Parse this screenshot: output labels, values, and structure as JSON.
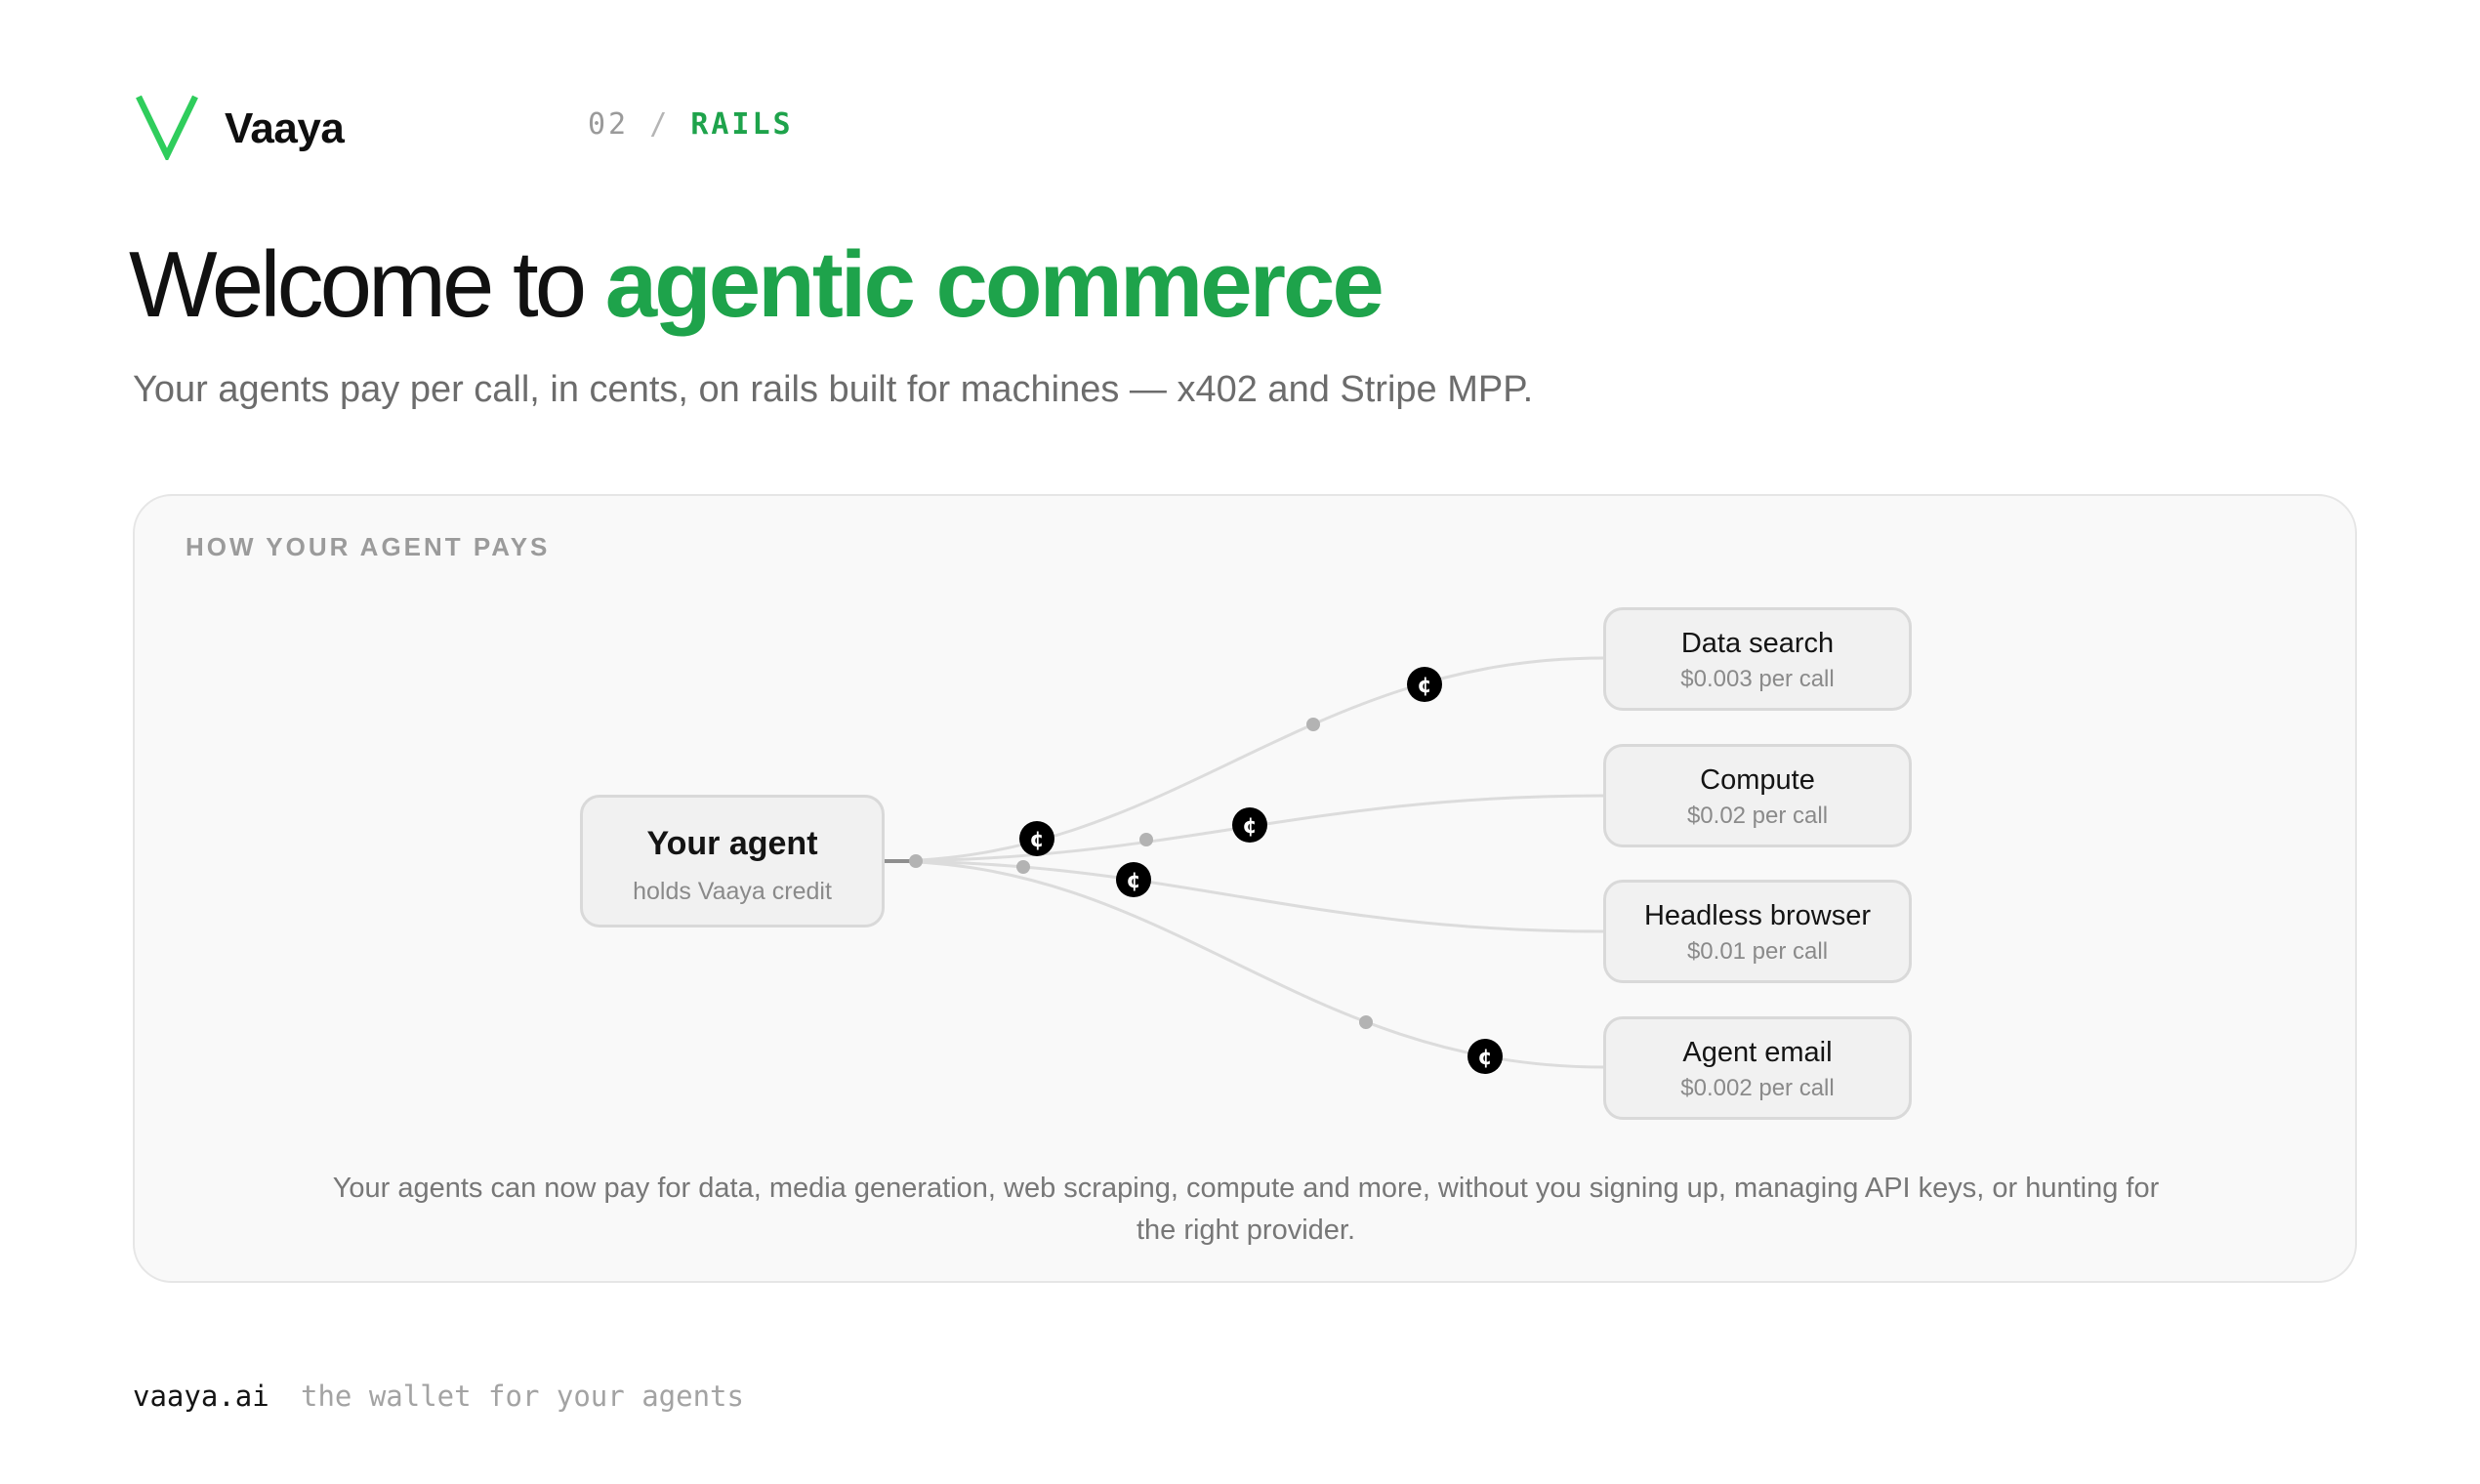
{
  "brand": {
    "name": "Vaaya",
    "logo_color": "#2fcd5c"
  },
  "breadcrumb": {
    "number": "02",
    "separator": "/",
    "section": "RAILS"
  },
  "hero": {
    "title_plain": "Welcome to ",
    "title_accent": "agentic commerce",
    "subtitle": "Your agents pay per call, in cents, on rails built for machines — x402 and Stripe MPP."
  },
  "diagram": {
    "section_label": "HOW YOUR AGENT PAYS",
    "agent": {
      "title": "Your agent",
      "subtitle": "holds Vaaya credit"
    },
    "payment_token_glyph": "¢",
    "services": [
      {
        "name": "Data search",
        "price": "$0.003 per call"
      },
      {
        "name": "Compute",
        "price": "$0.02 per call"
      },
      {
        "name": "Headless browser",
        "price": "$0.01 per call"
      },
      {
        "name": "Agent email",
        "price": "$0.002 per call"
      }
    ],
    "caption": "Your agents can now pay for data, media generation, web scraping, compute and more, without you signing up, managing API keys, or hunting for the right provider."
  },
  "footer": {
    "url": "vaaya.ai",
    "tagline": "the wallet for your agents"
  },
  "colors": {
    "accent": "#1ea34b",
    "token": "#000000",
    "connector": "#dcdcdc"
  }
}
